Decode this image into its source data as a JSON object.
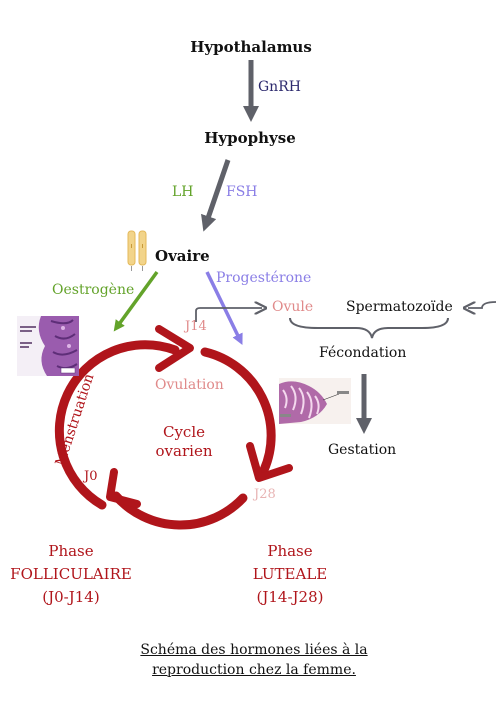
{
  "labels": {
    "hypothalamus": "Hypothalamus",
    "gnrh": "GnRH",
    "hypophyse": "Hypophyse",
    "lh": "LH",
    "fsh": "FSH",
    "ovaire": "Ovaire",
    "oestrogene": "Oestrogène",
    "progesterone": "Progestérone",
    "ovule": "Ovule",
    "spermatozoide": "Spermatozoïde",
    "fecondation": "Fécondation",
    "gestation": "Gestation",
    "j14": "J14",
    "j0": "J0",
    "j28": "J28",
    "ovulation": "Ovulation",
    "menstruation": "Menstruation",
    "cycle_line1": "Cycle",
    "cycle_line2": "ovarien"
  },
  "phases": {
    "follicular": {
      "line1": "Phase",
      "line2": "FOLLICULAIRE",
      "line3": "(J0-J14)"
    },
    "luteal": {
      "line1": "Phase",
      "line2": "LUTEALE",
      "line3": "(J14-J28)"
    }
  },
  "caption": {
    "line1": "Schéma des hormones liées à la",
    "line2": "reproduction chez la femme."
  },
  "colors": {
    "arrow_gray": "#5f6169",
    "lh_green": "#63a32a",
    "fsh_purple": "#8a7ee6",
    "gnrh_navy": "#2d2a6e",
    "cycle_red": "#b0151b",
    "pink": "#e08a8a",
    "text_dark": "#111111"
  }
}
